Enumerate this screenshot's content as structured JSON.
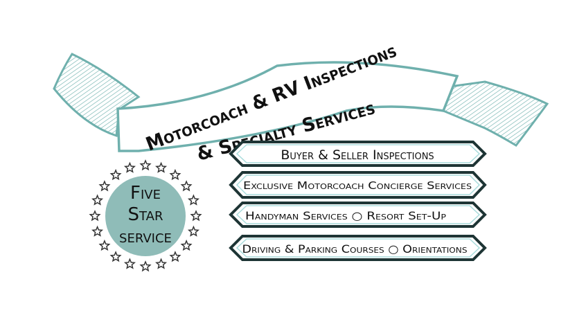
{
  "ribbon": {
    "line1": "Motorcoach & RV Inspections",
    "line2": "& Specialty Services"
  },
  "badge": {
    "line1": "Five",
    "line2": "Star",
    "line3": "service",
    "star_count": 20
  },
  "services": [
    {
      "label": "Buyer & Seller Inspections"
    },
    {
      "label": "Exclusive Motorcoach Concierge Services"
    },
    {
      "label": "Handyman Services  ○  Resort Set-Up"
    },
    {
      "label": "Driving & Parking Courses ○ Orientations"
    }
  ],
  "colors": {
    "teal": "#6fb0ad",
    "badge_fill": "#8fbcb8",
    "dark": "#1e3535",
    "light_teal": "#a9dcdc"
  }
}
